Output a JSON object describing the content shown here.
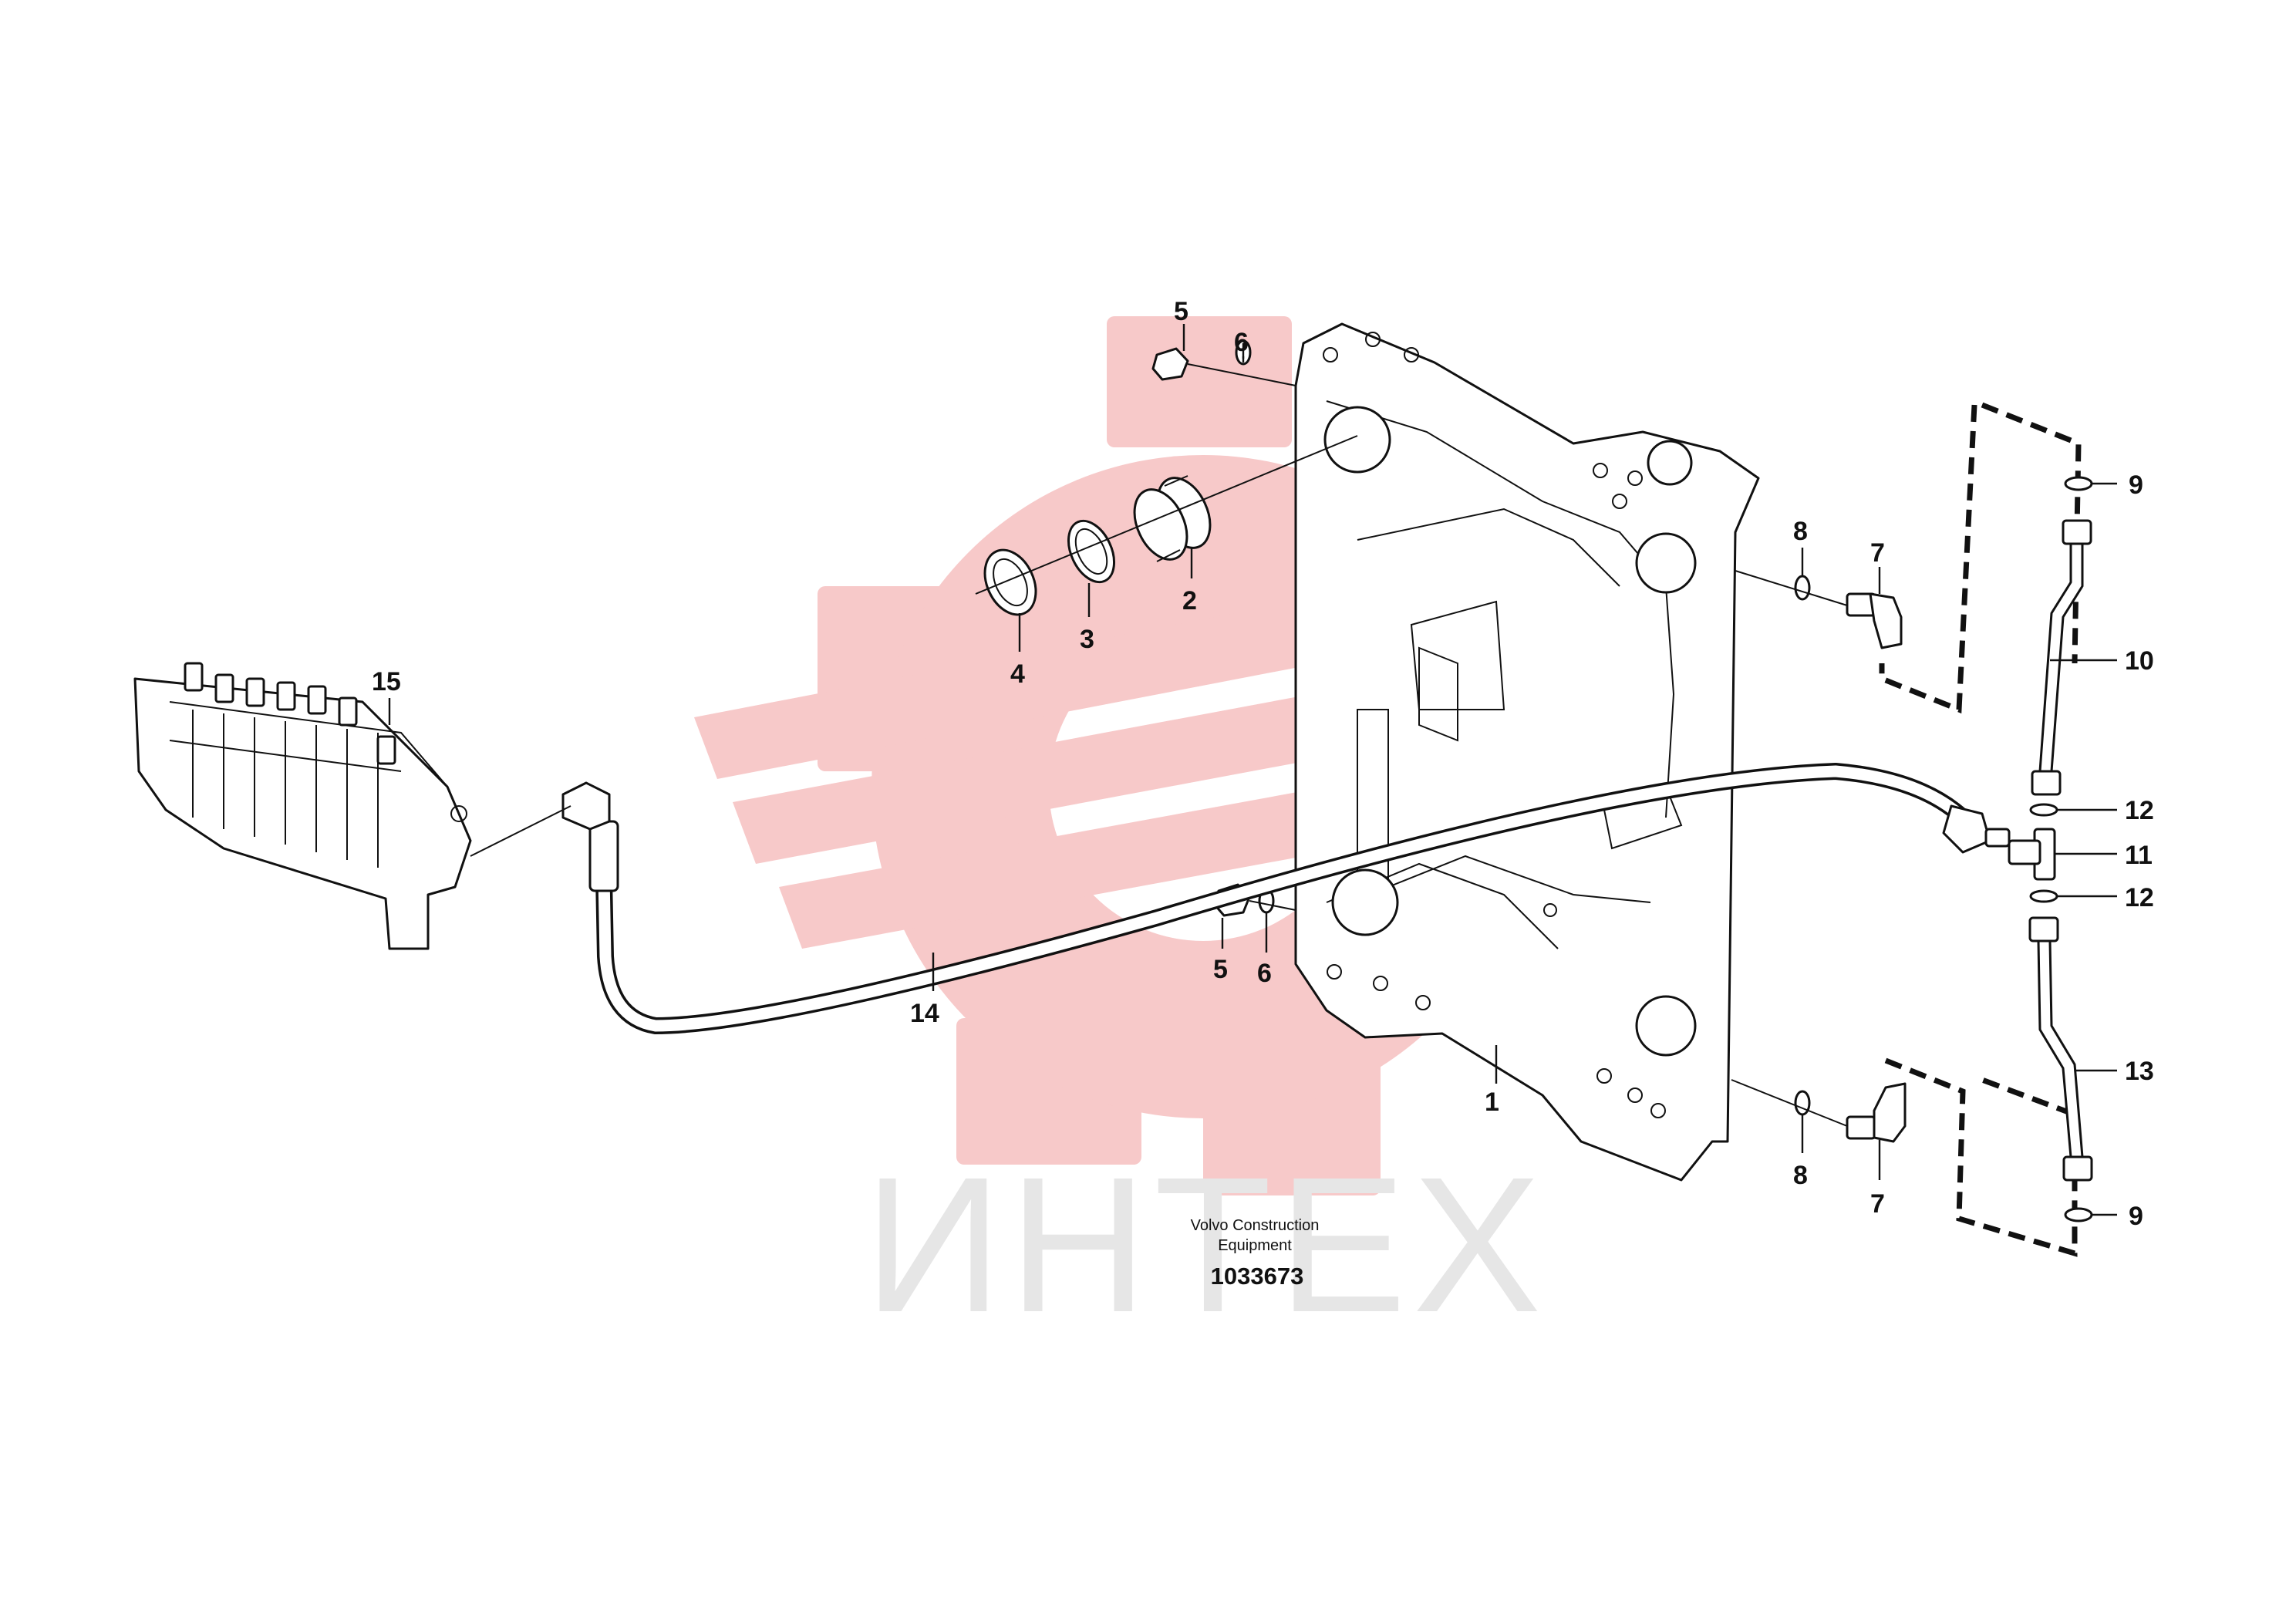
{
  "watermark": {
    "text": "ИНТЕХ",
    "gear_color": "#f7c9c9",
    "text_color": "#e4e4e4"
  },
  "credit": {
    "line1": "Volvo Construction",
    "line2": "Equipment",
    "number": "1033673"
  },
  "callouts": {
    "c1": "1",
    "c2": "2",
    "c3": "3",
    "c4": "4",
    "c5_top": "5",
    "c6_top": "6",
    "c5_bottom": "5",
    "c6_bottom": "6",
    "c7_top": "7",
    "c8_top": "8",
    "c7_bottom": "7",
    "c8_bottom": "8",
    "c9_top": "9",
    "c10": "10",
    "c11": "11",
    "c12_top": "12",
    "c12_bottom": "12",
    "c13": "13",
    "c9_bottom": "9",
    "c14": "14",
    "c15": "15"
  }
}
